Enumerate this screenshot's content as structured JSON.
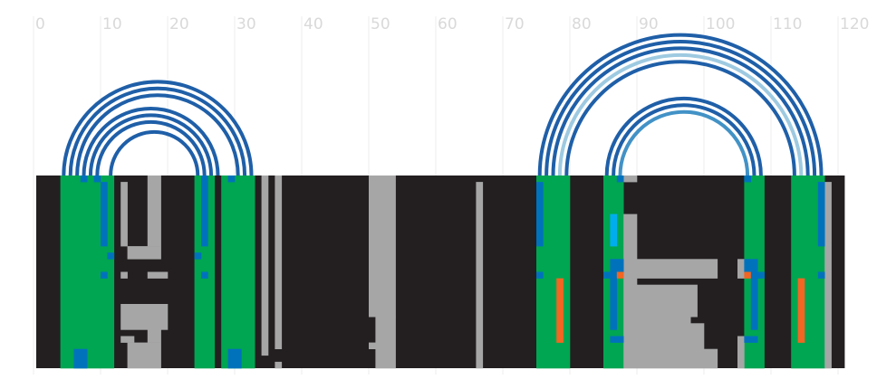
{
  "chart_data": {
    "type": "heatmap",
    "title": "",
    "xlabel": "",
    "ylabel": "",
    "xlim": [
      0,
      121
    ],
    "x_ticks": [
      0,
      10,
      20,
      30,
      40,
      50,
      60,
      70,
      80,
      90,
      100,
      110,
      120
    ],
    "grid": true,
    "rows": 30,
    "colors": {
      "background": "#231f20",
      "gray": "#a6a6a6",
      "green": "#00a651",
      "blue": "#0072bc",
      "cyan": "#00aeef",
      "orange": "#f26522",
      "arc_dark": "#1f5fa8",
      "arc_light": "#9ecae1",
      "arc_mid": "#4292c6",
      "tick_label": "#d9d9d9"
    },
    "green_bands": [
      [
        4,
        12
      ],
      [
        24,
        27
      ],
      [
        28,
        33
      ],
      [
        75,
        80
      ],
      [
        85,
        88
      ],
      [
        106,
        109
      ],
      [
        113,
        118
      ]
    ],
    "gray_blocks": [
      {
        "x": [
          13,
          14
        ],
        "y": [
          1,
          11
        ]
      },
      {
        "x": [
          17,
          19
        ],
        "y": [
          0,
          11
        ]
      },
      {
        "x": [
          14,
          19
        ],
        "y": [
          11,
          13
        ]
      },
      {
        "x": [
          13,
          14
        ],
        "y": [
          15,
          16
        ]
      },
      {
        "x": [
          17,
          20
        ],
        "y": [
          15,
          16
        ]
      },
      {
        "x": [
          13,
          20
        ],
        "y": [
          20,
          24
        ]
      },
      {
        "x": [
          13,
          15
        ],
        "y": [
          25,
          26
        ]
      },
      {
        "x": [
          17,
          19
        ],
        "y": [
          24,
          26
        ]
      },
      {
        "x": [
          14,
          19
        ],
        "y": [
          26,
          30
        ]
      },
      {
        "x": [
          34,
          35
        ],
        "y": [
          0,
          28
        ]
      },
      {
        "x": [
          36,
          37
        ],
        "y": [
          0,
          27
        ]
      },
      {
        "x": [
          36,
          37
        ],
        "y": [
          29,
          30
        ]
      },
      {
        "x": [
          50,
          54
        ],
        "y": [
          0,
          22
        ]
      },
      {
        "x": [
          51,
          54
        ],
        "y": [
          22,
          30
        ]
      },
      {
        "x": [
          50,
          51
        ],
        "y": [
          26,
          27
        ]
      },
      {
        "x": [
          66,
          67
        ],
        "y": [
          1,
          30
        ]
      },
      {
        "x": [
          88,
          90
        ],
        "y": [
          0,
          1
        ]
      },
      {
        "x": [
          88,
          90
        ],
        "y": [
          6,
          30
        ]
      },
      {
        "x": [
          90,
          102
        ],
        "y": [
          13,
          16
        ]
      },
      {
        "x": [
          90,
          99
        ],
        "y": [
          17,
          22
        ]
      },
      {
        "x": [
          90,
          98
        ],
        "y": [
          22,
          23
        ]
      },
      {
        "x": [
          90,
          100
        ],
        "y": [
          23,
          27
        ]
      },
      {
        "x": [
          90,
          102
        ],
        "y": [
          27,
          30
        ]
      },
      {
        "x": [
          105,
          106
        ],
        "y": [
          13,
          16
        ]
      },
      {
        "x": [
          105,
          106
        ],
        "y": [
          25,
          30
        ]
      },
      {
        "x": [
          118,
          119
        ],
        "y": [
          1,
          30
        ]
      }
    ],
    "colored_cells": [
      {
        "color": "blue",
        "x": [
          6,
          8
        ],
        "y": [
          27,
          30
        ]
      },
      {
        "color": "blue",
        "x": [
          7,
          8
        ],
        "y": [
          0,
          1
        ]
      },
      {
        "color": "blue",
        "x": [
          9,
          10
        ],
        "y": [
          0,
          1
        ]
      },
      {
        "color": "blue",
        "x": [
          10,
          11
        ],
        "y": [
          1,
          11
        ]
      },
      {
        "color": "blue",
        "x": [
          11,
          12
        ],
        "y": [
          12,
          13
        ]
      },
      {
        "color": "blue",
        "x": [
          10,
          11
        ],
        "y": [
          15,
          16
        ]
      },
      {
        "color": "blue",
        "x": [
          25,
          26
        ],
        "y": [
          0,
          1
        ]
      },
      {
        "color": "blue",
        "x": [
          25,
          26
        ],
        "y": [
          1,
          11
        ]
      },
      {
        "color": "blue",
        "x": [
          24,
          25
        ],
        "y": [
          12,
          13
        ]
      },
      {
        "color": "blue",
        "x": [
          25,
          26
        ],
        "y": [
          15,
          16
        ]
      },
      {
        "color": "blue",
        "x": [
          29,
          30
        ],
        "y": [
          0,
          1
        ]
      },
      {
        "color": "blue",
        "x": [
          29,
          31
        ],
        "y": [
          27,
          30
        ]
      },
      {
        "color": "blue",
        "x": [
          75,
          76
        ],
        "y": [
          1,
          11
        ]
      },
      {
        "color": "blue",
        "x": [
          75,
          76
        ],
        "y": [
          15,
          16
        ]
      },
      {
        "color": "orange",
        "x": [
          78,
          79
        ],
        "y": [
          16,
          26
        ]
      },
      {
        "color": "blue",
        "x": [
          87,
          88
        ],
        "y": [
          0,
          1
        ]
      },
      {
        "color": "cyan",
        "x": [
          86,
          87
        ],
        "y": [
          6,
          11
        ]
      },
      {
        "color": "blue",
        "x": [
          86,
          88
        ],
        "y": [
          13,
          15
        ]
      },
      {
        "color": "blue",
        "x": [
          85,
          87
        ],
        "y": [
          15,
          16
        ]
      },
      {
        "color": "orange",
        "x": [
          87,
          88
        ],
        "y": [
          15,
          16
        ]
      },
      {
        "color": "blue",
        "x": [
          86,
          87
        ],
        "y": [
          16,
          24
        ]
      },
      {
        "color": "blue",
        "x": [
          86,
          88
        ],
        "y": [
          25,
          26
        ]
      },
      {
        "color": "blue",
        "x": [
          106,
          107
        ],
        "y": [
          0,
          1
        ]
      },
      {
        "color": "blue",
        "x": [
          106,
          108
        ],
        "y": [
          13,
          15
        ]
      },
      {
        "color": "orange",
        "x": [
          106,
          107
        ],
        "y": [
          15,
          16
        ]
      },
      {
        "color": "blue",
        "x": [
          107,
          109
        ],
        "y": [
          15,
          16
        ]
      },
      {
        "color": "blue",
        "x": [
          107,
          108
        ],
        "y": [
          16,
          24
        ]
      },
      {
        "color": "blue",
        "x": [
          106,
          108
        ],
        "y": [
          25,
          26
        ]
      },
      {
        "color": "orange",
        "x": [
          114,
          115
        ],
        "y": [
          16,
          26
        ]
      },
      {
        "color": "blue",
        "x": [
          117,
          118
        ],
        "y": [
          1,
          11
        ]
      },
      {
        "color": "blue",
        "x": [
          117,
          118
        ],
        "y": [
          15,
          16
        ]
      }
    ],
    "arcs": [
      {
        "from": 4.5,
        "to": 32.5,
        "color": "arc_dark"
      },
      {
        "from": 5.5,
        "to": 31.5,
        "color": "arc_dark"
      },
      {
        "from": 6.5,
        "to": 30.5,
        "color": "arc_dark"
      },
      {
        "from": 7.5,
        "to": 27.5,
        "color": "arc_dark"
      },
      {
        "from": 8.5,
        "to": 26.5,
        "color": "arc_dark"
      },
      {
        "from": 9.5,
        "to": 25.5,
        "color": "arc_dark"
      },
      {
        "from": 11.5,
        "to": 24.5,
        "color": "arc_dark"
      },
      {
        "from": 75.5,
        "to": 117.5,
        "color": "arc_dark"
      },
      {
        "from": 76.5,
        "to": 116.5,
        "color": "arc_dark"
      },
      {
        "from": 77.5,
        "to": 115.5,
        "color": "arc_dark"
      },
      {
        "from": 78.5,
        "to": 114.5,
        "color": "arc_light"
      },
      {
        "from": 79.5,
        "to": 113.5,
        "color": "arc_dark"
      },
      {
        "from": 85.5,
        "to": 108.5,
        "color": "arc_dark"
      },
      {
        "from": 86.5,
        "to": 107.5,
        "color": "arc_dark"
      },
      {
        "from": 87.5,
        "to": 106.5,
        "color": "arc_mid"
      }
    ]
  }
}
